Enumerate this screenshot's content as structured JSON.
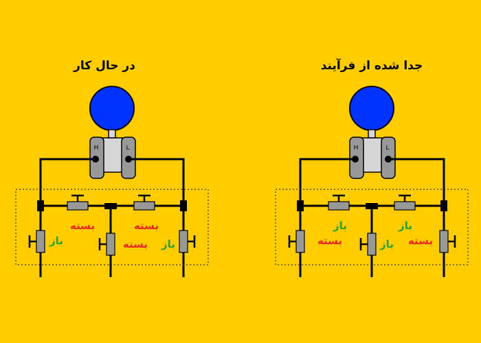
{
  "colors": {
    "background": "#FFCC00",
    "gauge": "#0033FF",
    "open": "#2E9E2E",
    "closed": "#E8261C",
    "valve": "#999999",
    "transmitter": "#D6D6D6"
  },
  "left_panel": {
    "title": "در  حال کار",
    "tap_high": "H",
    "tap_low": "L",
    "valves": {
      "block_high": "باز",
      "equalize_left": "بسته",
      "vent": "بسته",
      "equalize_right": "بسته",
      "block_low": "باز"
    }
  },
  "right_panel": {
    "title": "جدا شده از فرآیند",
    "tap_high": "H",
    "tap_low": "L",
    "valves": {
      "block_high": "بسته",
      "equalize_left": "باز",
      "vent": "باز",
      "equalize_right": "باز",
      "block_low": "بسته"
    }
  }
}
